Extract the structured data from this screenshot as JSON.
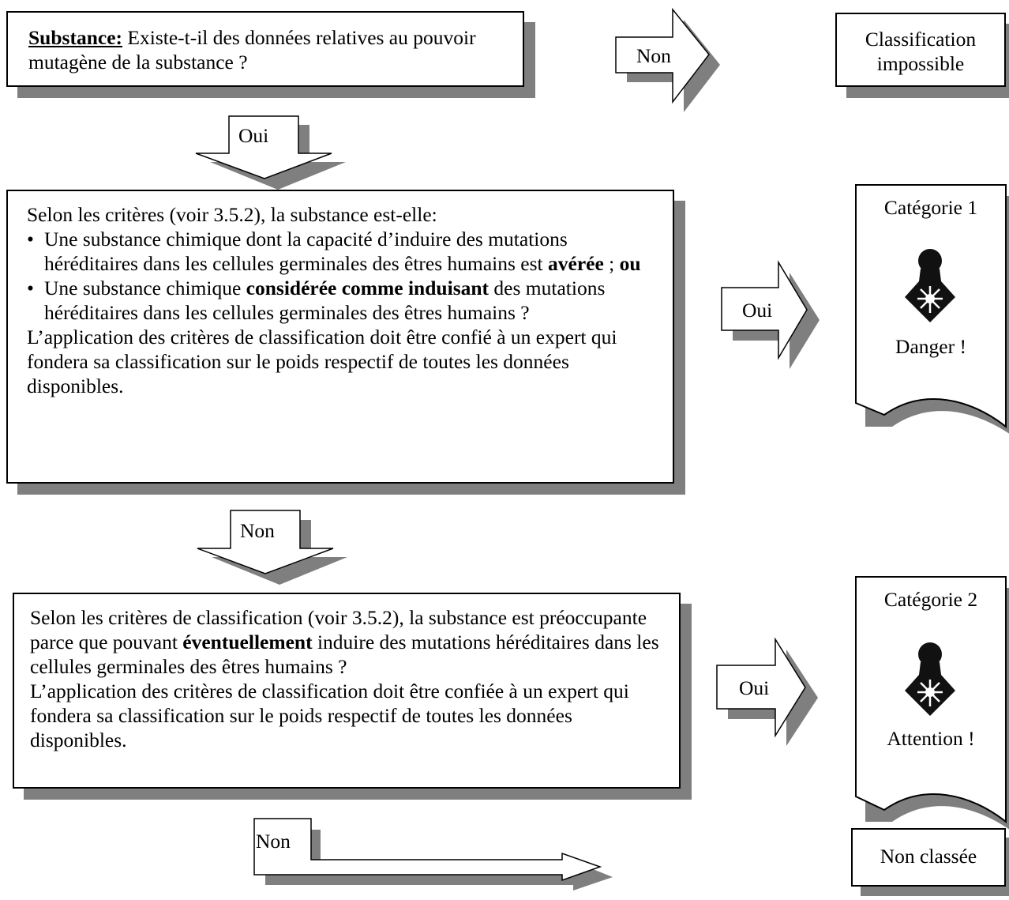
{
  "q1": {
    "lead": "Substance:",
    "text": " Existe-t-il des données relatives au pouvoir mutagène de la substance ?"
  },
  "arrow_non_1": "Non",
  "arrow_oui_1": "Oui",
  "result_impossible": "Classification impossible",
  "q2": {
    "intro": "Selon les critères (voir 3.5.2), la substance est-elle:",
    "bullet1_a": "Une substance chimique dont la capacité d’induire des mutations héréditaires dans les cellules germinales des êtres humains est ",
    "bullet1_bold": "avérée",
    "bullet1_sep": " ; ",
    "bullet1_ou": "ou",
    "bullet2_a": "Une substance chimique ",
    "bullet2_bold": "considérée comme induisant",
    "bullet2_b": " des mutations héréditaires dans les cellules germinales des êtres humains ?",
    "note": "L’application des critères de classification doit être confié à un expert qui fondera sa classification sur le poids respectif de toutes les données disponibles."
  },
  "arrow_oui_2": "Oui",
  "cat1": {
    "title": "Catégorie 1",
    "signal": "Danger !",
    "icon": "health-hazard-icon"
  },
  "arrow_non_2": "Non",
  "q3": {
    "text_a": "Selon les critères de classification (voir 3.5.2), la substance est préoccupante parce que pouvant ",
    "bold": "éventuellement",
    "text_b": " induire des mutations héréditaires dans les cellules germinales des êtres humains ?",
    "note": "L’application des critères de classification doit être confiée à un expert qui fondera sa classification sur le poids respectif de toutes les données disponibles."
  },
  "arrow_oui_3": "Oui",
  "cat2": {
    "title": "Catégorie 2",
    "signal": "Attention !",
    "icon": "health-hazard-icon"
  },
  "arrow_non_3": "Non",
  "result_non_classee": "Non classée"
}
